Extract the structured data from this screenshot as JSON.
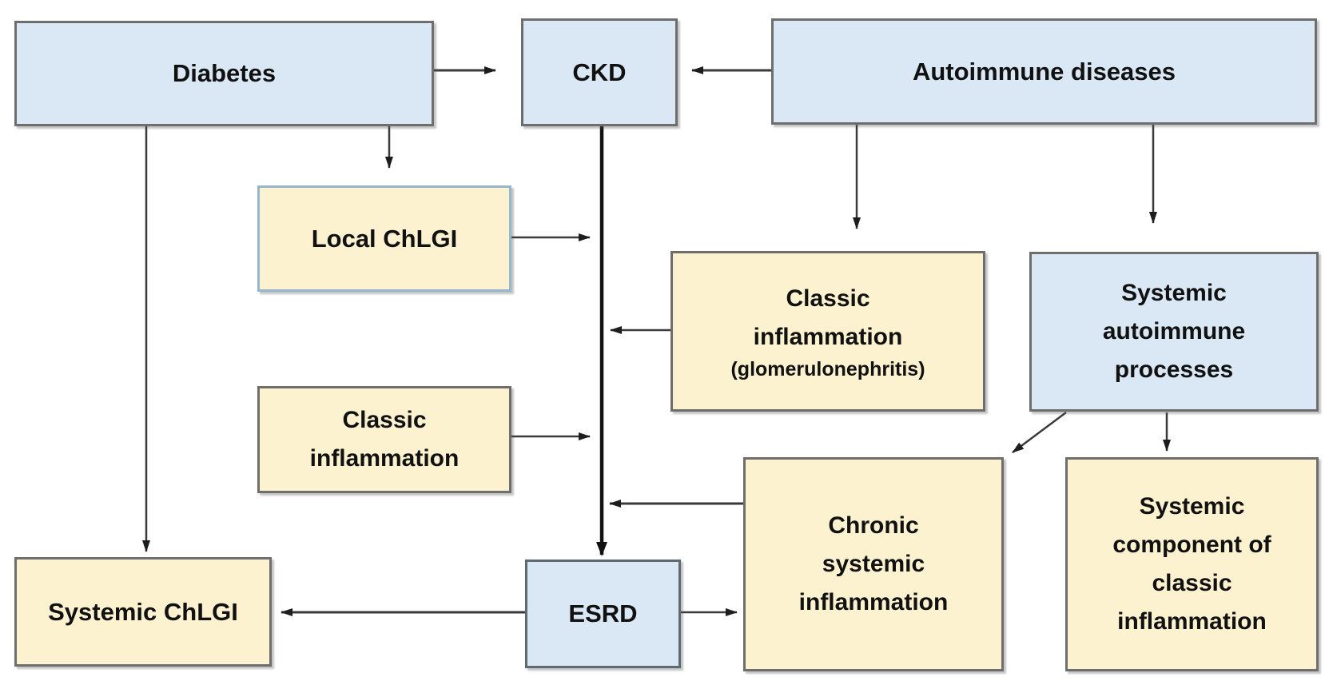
{
  "figure": {
    "type": "flowchart",
    "background": "#ffffff",
    "colors": {
      "condition_fill": "#d9e8f4",
      "process_fill": "#fdf2d0",
      "border_gray": "#6e6e6e",
      "border_light_blue": "#94b7cd",
      "arrow": "#3a3a3a",
      "text": "#111111"
    }
  },
  "nodes": {
    "diabetes": {
      "label": "Diabetes",
      "fill": "#d9e8f4"
    },
    "ckd": {
      "label": "CKD",
      "fill": "#d9e8f4"
    },
    "autoimmune": {
      "label": "Autoimmune diseases",
      "fill": "#d9e8f4"
    },
    "local_chlgi": {
      "label": "Local ChLGI",
      "fill": "#fdf2d0"
    },
    "classic_glom": {
      "label": "Classic\ninflammation",
      "sublabel": "(glomerulonephritis)",
      "fill": "#fdf2d0"
    },
    "sys_auto": {
      "label": "Systemic\nautoimmune\nprocesses",
      "fill": "#d9e8f4"
    },
    "classic": {
      "label": "Classic\ninflammation",
      "fill": "#fdf2d0"
    },
    "sys_chlgi": {
      "label": "Systemic ChLGI",
      "fill": "#fdf2d0"
    },
    "esrd": {
      "label": "ESRD",
      "fill": "#d9e8f4"
    },
    "chronic": {
      "label": "Chronic\nsystemic\ninflammation",
      "fill": "#fdf2d0"
    },
    "sys_comp": {
      "label": "Systemic\ncomponent of\nclassic\ninflammation",
      "fill": "#fdf2d0"
    }
  },
  "edges": [
    {
      "from": "Diabetes",
      "to": "CKD"
    },
    {
      "from": "Autoimmune diseases",
      "to": "CKD"
    },
    {
      "from": "CKD",
      "to": "ESRD"
    },
    {
      "from": "Diabetes",
      "to": "Local ChLGI"
    },
    {
      "from": "Diabetes",
      "to": "Systemic ChLGI"
    },
    {
      "from": "Local ChLGI",
      "to": "CKD-ESRD pathway"
    },
    {
      "from": "Classic inflammation",
      "to": "CKD-ESRD pathway"
    },
    {
      "from": "Autoimmune diseases",
      "to": "Classic inflammation (glomerulonephritis)"
    },
    {
      "from": "Autoimmune diseases",
      "to": "Systemic autoimmune processes"
    },
    {
      "from": "Classic inflammation (glomerulonephritis)",
      "to": "CKD-ESRD pathway"
    },
    {
      "from": "Chronic systemic inflammation",
      "to": "CKD-ESRD pathway"
    },
    {
      "from": "Systemic autoimmune processes",
      "to": "Chronic systemic inflammation"
    },
    {
      "from": "Systemic autoimmune processes",
      "to": "Systemic component of classic inflammation"
    },
    {
      "from": "ESRD",
      "to": "Systemic ChLGI"
    },
    {
      "from": "ESRD",
      "to": "Chronic systemic inflammation"
    }
  ]
}
